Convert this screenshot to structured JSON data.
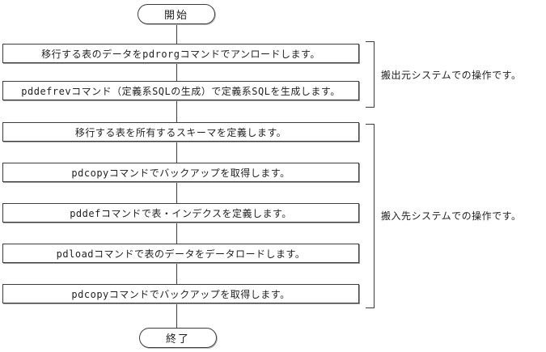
{
  "flowchart": {
    "start_label": "開始",
    "end_label": "終了",
    "steps": [
      {
        "label": "移行する表のデータをpdrorgコマンドでアンロードします。"
      },
      {
        "label": "pddefrevコマンド（定義系SQLの生成）で定義系SQLを生成します。"
      },
      {
        "label": "移行する表を所有するスキーマを定義します。"
      },
      {
        "label": "pdcopyコマンドでバックアップを取得します。"
      },
      {
        "label": "pddefコマンドで表・インデクスを定義します。"
      },
      {
        "label": "pdloadコマンドで表のデータをデータロードします。"
      },
      {
        "label": "pdcopyコマンドでバックアップを取得します。"
      }
    ],
    "groups": [
      {
        "label": "搬出元システムでの操作です。",
        "steps_covered": [
          1,
          2
        ]
      },
      {
        "label": "搬入先システムでの操作です。",
        "steps_covered": [
          3,
          4,
          5,
          6,
          7
        ]
      }
    ],
    "colors": {
      "line": "#3d3d3d",
      "text": "#1f1f1f",
      "background": "#ffffff"
    }
  }
}
